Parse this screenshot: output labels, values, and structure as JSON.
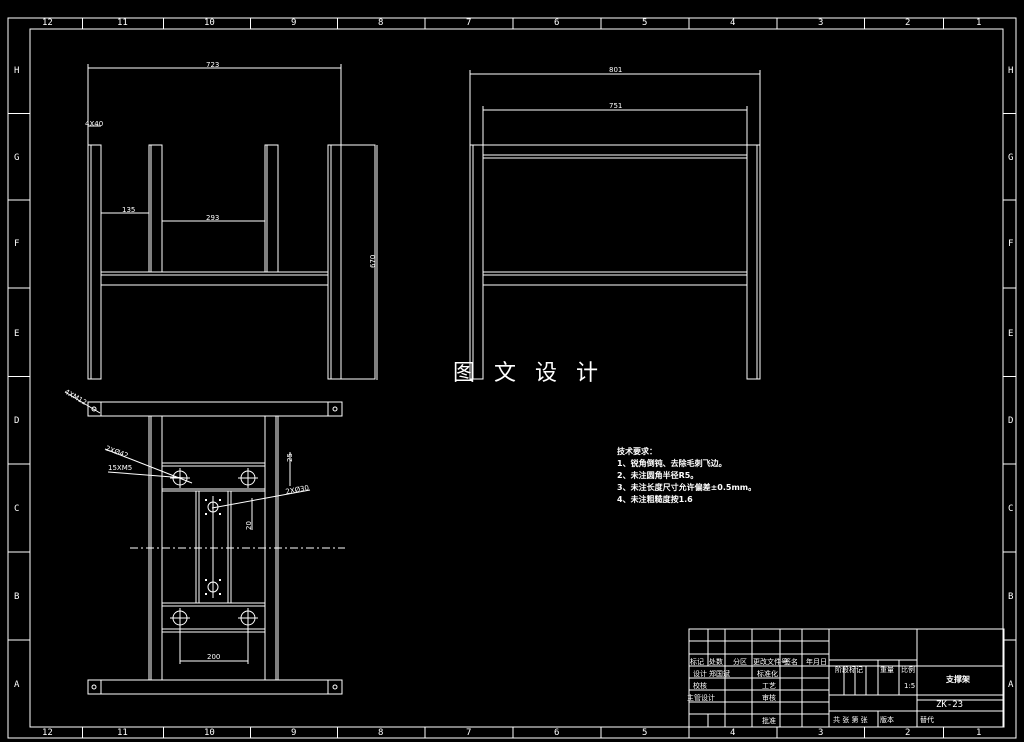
{
  "grid": {
    "columns": [
      "12",
      "11",
      "10",
      "9",
      "8",
      "7",
      "6",
      "5",
      "4",
      "3",
      "2",
      "1"
    ],
    "rows": [
      "H",
      "G",
      "F",
      "E",
      "D",
      "C",
      "B",
      "A"
    ]
  },
  "watermark": "图 文 设 计",
  "dimensions": {
    "front_width": "723",
    "front_tube": "4X40",
    "front_inner_left": "135",
    "front_inner_mid": "293",
    "front_height": "670",
    "side_outer": "801",
    "side_inner": "751",
    "top_bolt": "4XM12",
    "top_hole_a": "2XØ42",
    "top_thread": "15XM5",
    "top_hole_b": "2XØ30",
    "top_v1": "25",
    "top_v2": "20",
    "top_spacing": "200"
  },
  "requirements": {
    "title": "技术要求：",
    "items": [
      "1、锐角倒钝、去除毛刺飞边。",
      "2、未注圆角半径R5。",
      "3、未注长度尺寸允许偏差±0.5mm。",
      "4、未注粗糙度按1.6"
    ]
  },
  "title_block": {
    "mark": "标记",
    "count": "处数",
    "zone": "分区",
    "change_doc": "更改文件号",
    "sign": "签名",
    "date": "年月日",
    "design": "设计",
    "designer": "郑国斌",
    "standardize": "标准化",
    "check": "校核",
    "process": "工艺",
    "chief": "主管设计",
    "review": "审核",
    "approve": "批准",
    "stage_mark": "阶段标记",
    "weight": "重量",
    "scale_label": "比例",
    "scale": "1:5",
    "drawing_name": "支撑架",
    "drawing_no": "ZK-23",
    "sheets": "共 张 第 张",
    "version": "版本",
    "replace": "替代"
  }
}
